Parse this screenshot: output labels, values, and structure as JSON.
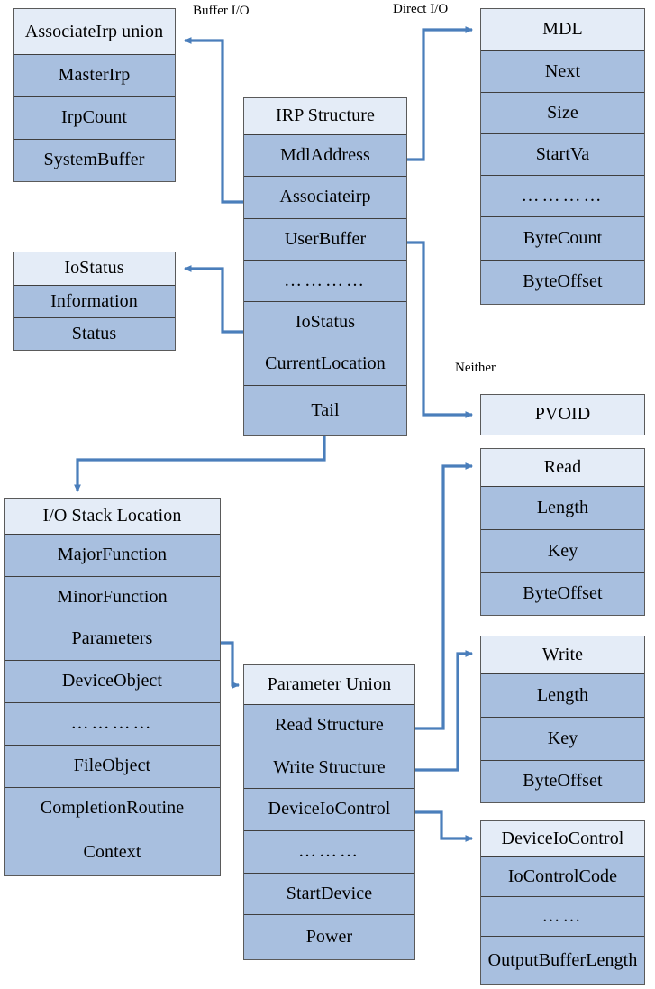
{
  "diagram": {
    "title": "IRP Structure Diagram",
    "accent_color": "#4a7ebb",
    "cell_fill": "#a8bfdf",
    "header_fill": "#e4ecf7",
    "border_color": "#3f3f3f"
  },
  "labels": {
    "buffer_io": "Buffer I/O",
    "direct_io": "Direct I/O",
    "neither": "Neither"
  },
  "boxes": {
    "associate_irp": {
      "header": "AssociateIrp union",
      "rows": [
        "MasterIrp",
        "IrpCount",
        "SystemBuffer"
      ]
    },
    "io_status": {
      "header": "IoStatus",
      "rows": [
        "Information",
        "Status"
      ]
    },
    "irp_structure": {
      "header": "IRP Structure",
      "rows": [
        "MdlAddress",
        "Associateirp",
        "UserBuffer",
        "…………",
        "IoStatus",
        "CurrentLocation",
        "Tail"
      ]
    },
    "mdl": {
      "header": "MDL",
      "rows": [
        "Next",
        "Size",
        "StartVa",
        "…………",
        "ByteCount",
        "ByteOffset"
      ]
    },
    "pvoid": {
      "header": "PVOID",
      "rows": []
    },
    "read": {
      "header": "Read",
      "rows": [
        "Length",
        "Key",
        "ByteOffset"
      ]
    },
    "write": {
      "header": "Write",
      "rows": [
        "Length",
        "Key",
        "ByteOffset"
      ]
    },
    "device_io_control": {
      "header": "DeviceIoControl",
      "rows": [
        "IoControlCode",
        "……",
        "OutputBufferLength"
      ]
    },
    "io_stack_location": {
      "header": "I/O Stack Location",
      "rows": [
        "MajorFunction",
        "MinorFunction",
        "Parameters",
        "DeviceObject",
        "…………",
        "FileObject",
        "CompletionRoutine",
        "Context"
      ]
    },
    "parameter_union": {
      "header": "Parameter Union",
      "rows": [
        "Read Structure",
        "Write Structure",
        "DeviceIoControl",
        "………",
        "StartDevice",
        "Power"
      ]
    }
  }
}
